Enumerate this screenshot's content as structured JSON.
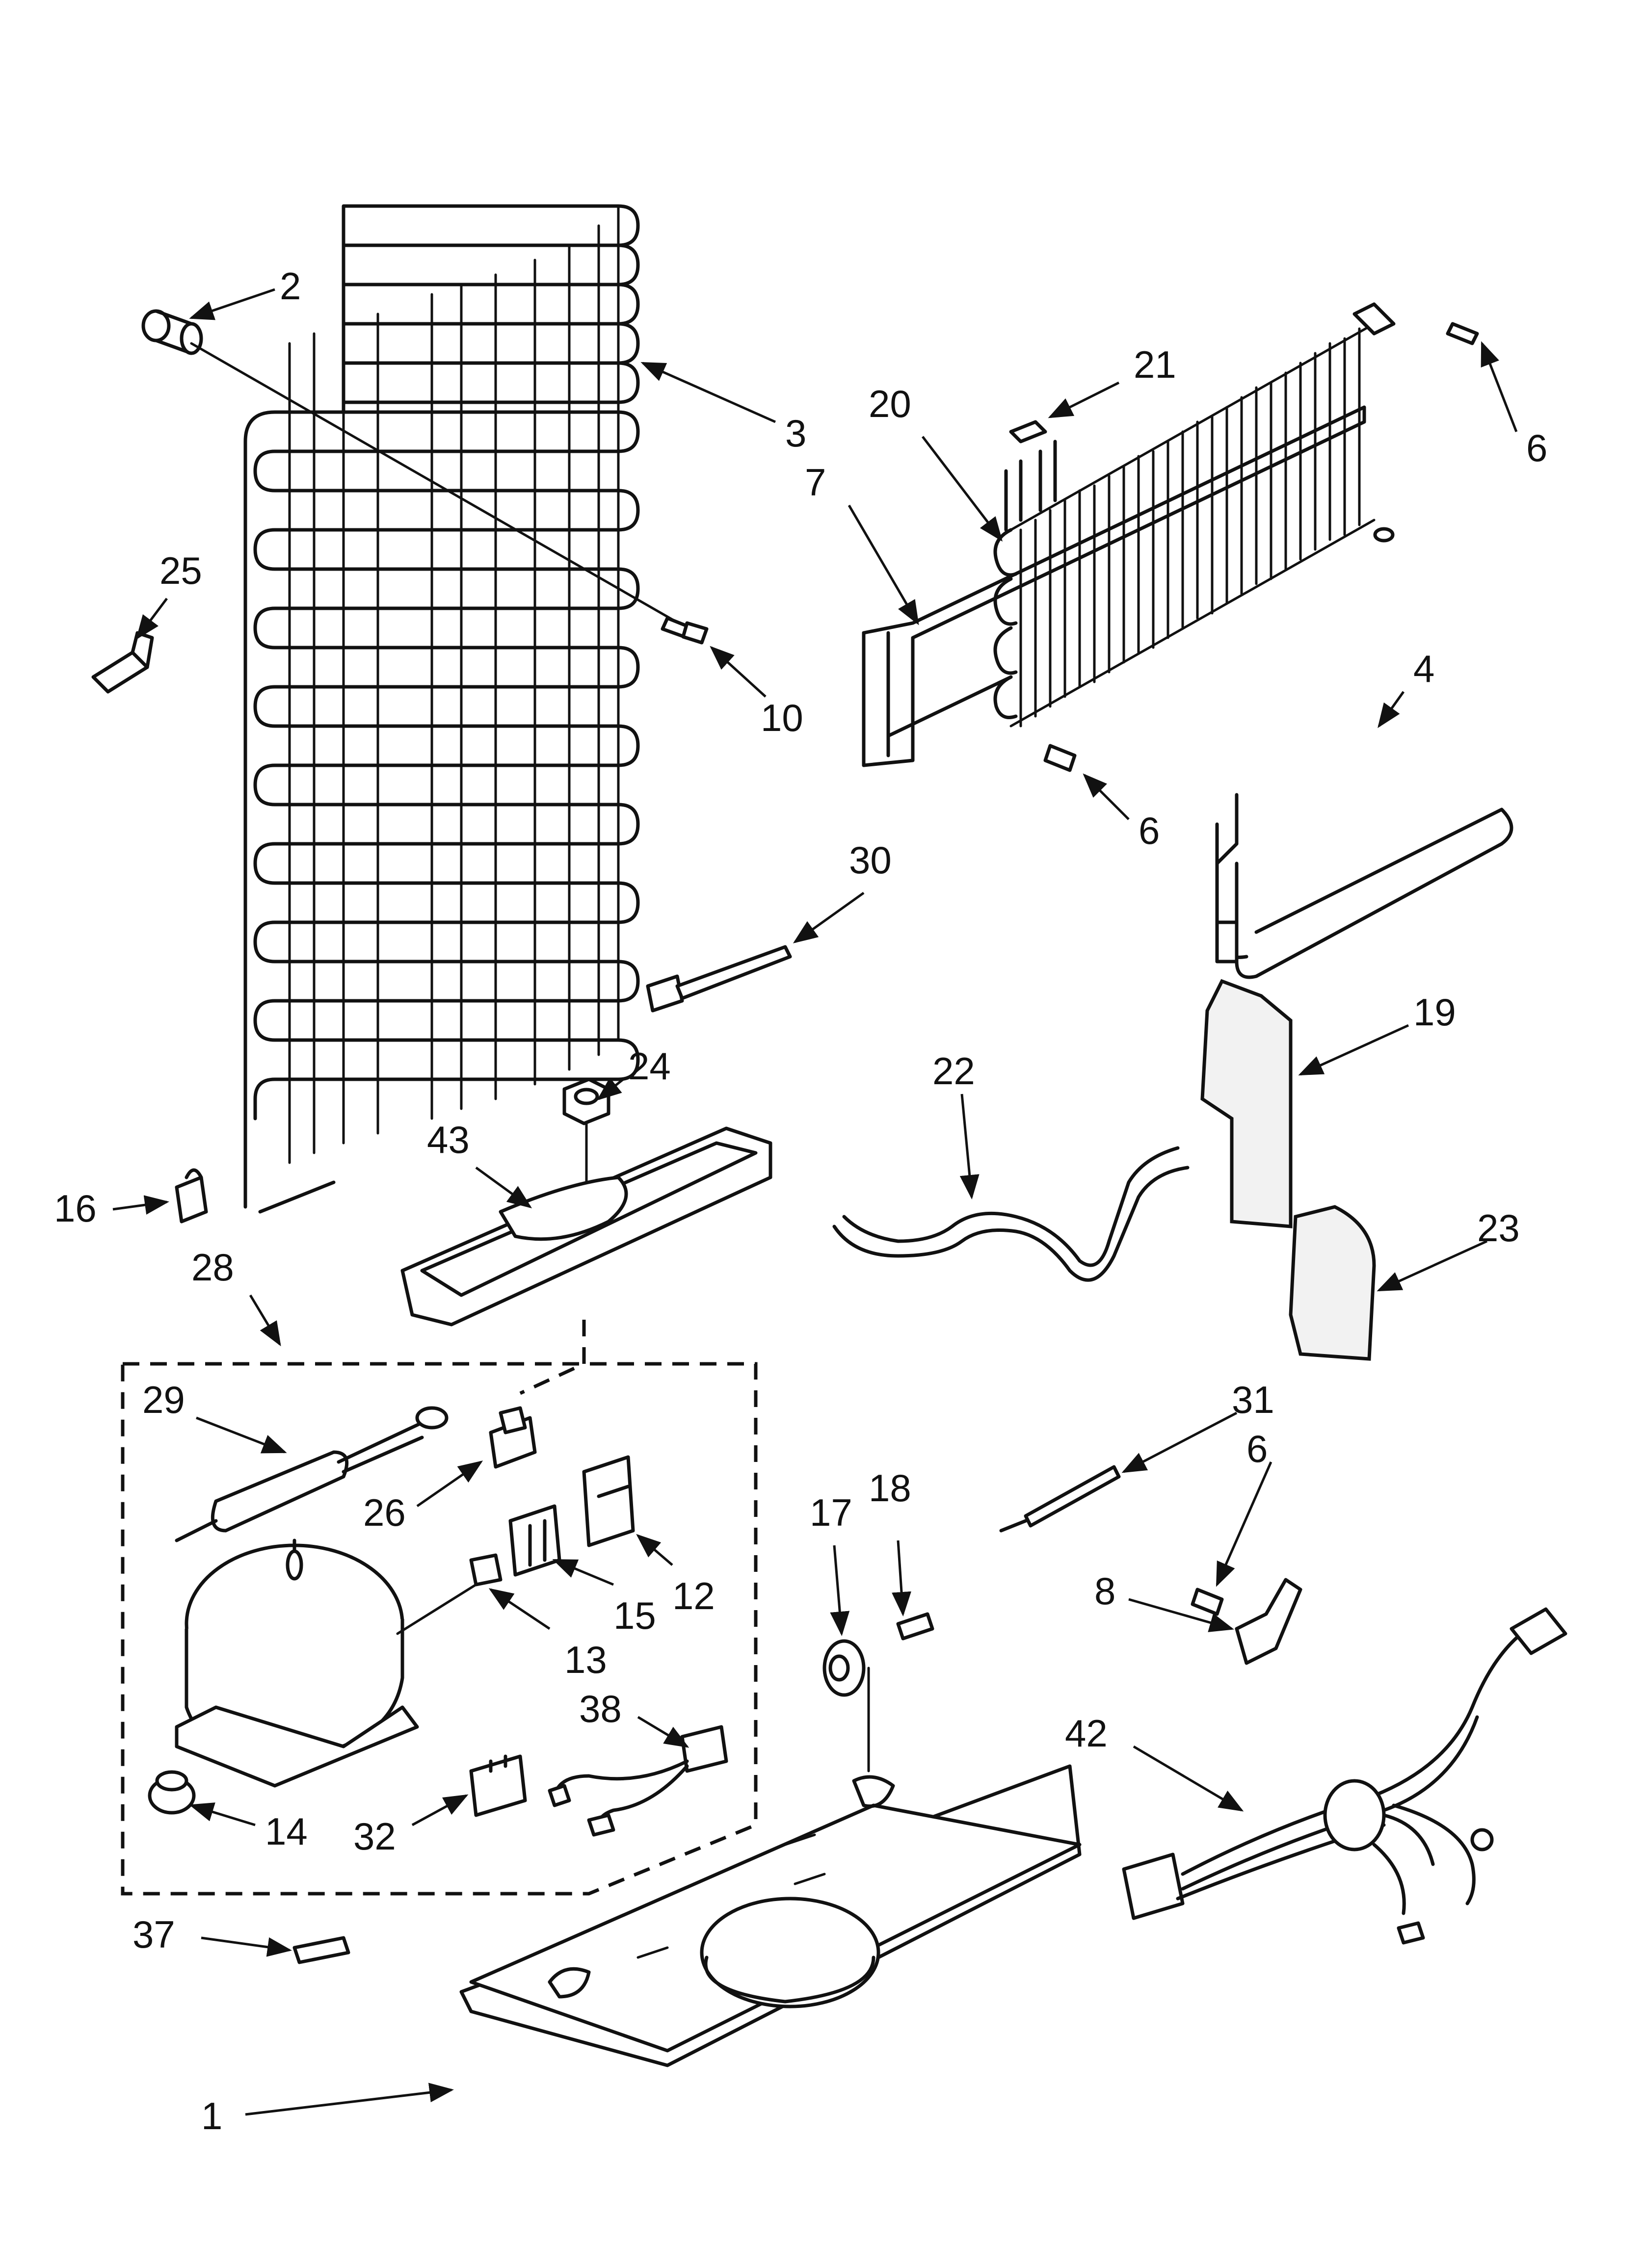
{
  "diagram": {
    "callouts": [
      {
        "id": "c2",
        "label": "2"
      },
      {
        "id": "c3",
        "label": "3"
      },
      {
        "id": "c25",
        "label": "25"
      },
      {
        "id": "c10",
        "label": "10"
      },
      {
        "id": "c16",
        "label": "16"
      },
      {
        "id": "c28",
        "label": "28"
      },
      {
        "id": "c21",
        "label": "21"
      },
      {
        "id": "c20",
        "label": "20"
      },
      {
        "id": "c7",
        "label": "7"
      },
      {
        "id": "c6a",
        "label": "6"
      },
      {
        "id": "c4",
        "label": "4"
      },
      {
        "id": "c6b",
        "label": "6"
      },
      {
        "id": "c30",
        "label": "30"
      },
      {
        "id": "c19",
        "label": "19"
      },
      {
        "id": "c24",
        "label": "24"
      },
      {
        "id": "c43",
        "label": "43"
      },
      {
        "id": "c22",
        "label": "22"
      },
      {
        "id": "c23",
        "label": "23"
      },
      {
        "id": "c29",
        "label": "29"
      },
      {
        "id": "c26",
        "label": "26"
      },
      {
        "id": "c12",
        "label": "12"
      },
      {
        "id": "c15",
        "label": "15"
      },
      {
        "id": "c13",
        "label": "13"
      },
      {
        "id": "c38",
        "label": "38"
      },
      {
        "id": "c14",
        "label": "14"
      },
      {
        "id": "c32",
        "label": "32"
      },
      {
        "id": "c31",
        "label": "31"
      },
      {
        "id": "c6c",
        "label": "6"
      },
      {
        "id": "c17",
        "label": "17"
      },
      {
        "id": "c18",
        "label": "18"
      },
      {
        "id": "c8",
        "label": "8"
      },
      {
        "id": "c42",
        "label": "42"
      },
      {
        "id": "c37",
        "label": "37"
      },
      {
        "id": "c1",
        "label": "1"
      }
    ]
  }
}
